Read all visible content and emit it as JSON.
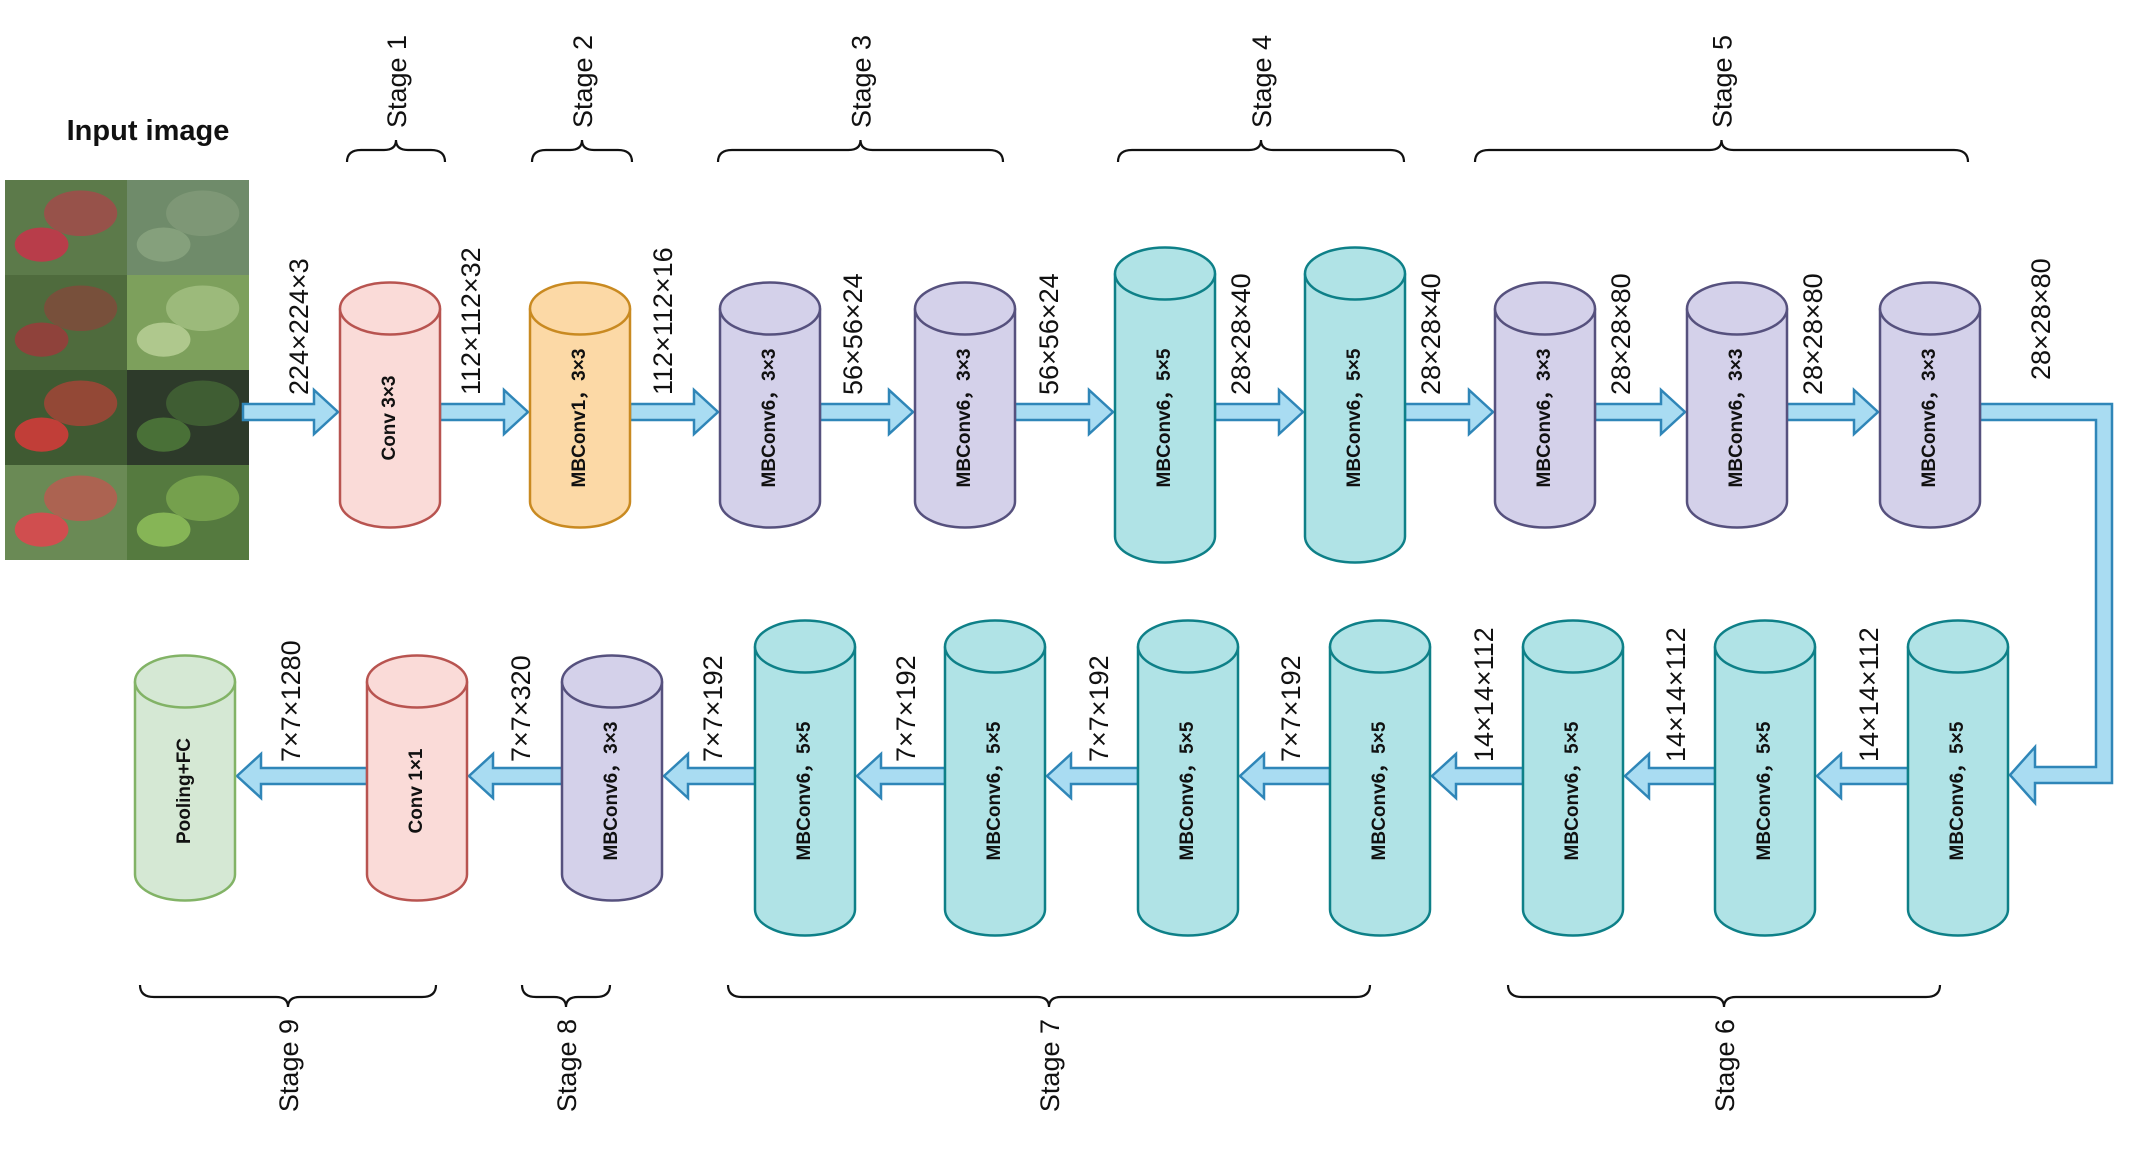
{
  "title": "Input image",
  "input_tiles": [
    {
      "bg": "#5c7a4a",
      "accent": "#c8324a"
    },
    {
      "bg": "#6f8b6a",
      "accent": "#8aa37f"
    },
    {
      "bg": "#4f6b3d",
      "accent": "#9a3b3b"
    },
    {
      "bg": "#7da05c",
      "accent": "#b7cf95"
    },
    {
      "bg": "#3f5a32",
      "accent": "#d83a3a"
    },
    {
      "bg": "#2d3a2a",
      "accent": "#4f7a3a"
    },
    {
      "bg": "#6a8a55",
      "accent": "#e2434f"
    },
    {
      "bg": "#557a3f",
      "accent": "#8fbf5a"
    }
  ],
  "colors": {
    "conv": {
      "fill": "#fadbd8",
      "stroke": "#b85450"
    },
    "mbconv1": {
      "fill": "#fcd9a6",
      "stroke": "#c98a21"
    },
    "mbconv_3x3": {
      "fill": "#d4d1ea",
      "stroke": "#56517e"
    },
    "mbconv_5x5": {
      "fill": "#b0e3e6",
      "stroke": "#0e8088"
    },
    "pooling": {
      "fill": "#d5e8d4",
      "stroke": "#82b366"
    },
    "arrow_fill": "#a9dcf2",
    "arrow_stroke": "#2f86b8"
  },
  "top_row": {
    "input_dim": "224×224×3",
    "blocks": [
      {
        "label": "Conv 3×3",
        "kind": "conv"
      },
      {
        "label": "MBConv1，3×3",
        "kind": "mbconv1"
      },
      {
        "label": "MBConv6，3×3",
        "kind": "mbconv_3x3"
      },
      {
        "label": "MBConv6，3×3",
        "kind": "mbconv_3x3"
      },
      {
        "label": "MBConv6，5×5",
        "kind": "mbconv_5x5"
      },
      {
        "label": "MBConv6，5×5",
        "kind": "mbconv_5x5"
      },
      {
        "label": "MBConv6，3×3",
        "kind": "mbconv_3x3"
      },
      {
        "label": "MBConv6，3×3",
        "kind": "mbconv_3x3"
      },
      {
        "label": "MBConv6，3×3",
        "kind": "mbconv_3x3"
      }
    ],
    "dims": [
      "112×112×32",
      "112×112×16",
      "56×56×24",
      "56×56×24",
      "28×28×40",
      "28×28×40",
      "28×28×80",
      "28×28×80"
    ],
    "turn_dim": "28×28×80"
  },
  "bottom_row": {
    "blocks": [
      {
        "label": "MBConv6，5×5",
        "kind": "mbconv_5x5"
      },
      {
        "label": "MBConv6，5×5",
        "kind": "mbconv_5x5"
      },
      {
        "label": "MBConv6，5×5",
        "kind": "mbconv_5x5"
      },
      {
        "label": "MBConv6，5×5",
        "kind": "mbconv_5x5"
      },
      {
        "label": "MBConv6，5×5",
        "kind": "mbconv_5x5"
      },
      {
        "label": "MBConv6，5×5",
        "kind": "mbconv_5x5"
      },
      {
        "label": "MBConv6，5×5",
        "kind": "mbconv_5x5"
      },
      {
        "label": "MBConv6，3×3",
        "kind": "mbconv_3x3"
      },
      {
        "label": "Conv 1×1",
        "kind": "conv"
      },
      {
        "label": "Pooling+FC",
        "kind": "pooling"
      }
    ],
    "dims": [
      "14×14×112",
      "14×14×112",
      "14×14×112",
      "7×7×192",
      "7×7×192",
      "7×7×192",
      "7×7×192",
      "7×7×320",
      "7×7×1280"
    ]
  },
  "stages_top": [
    "Stage 1",
    "Stage 2",
    "Stage 3",
    "Stage 4",
    "Stage 5"
  ],
  "stages_bottom": [
    "Stage 6",
    "Stage 7",
    "Stage 8",
    "Stage 9"
  ]
}
